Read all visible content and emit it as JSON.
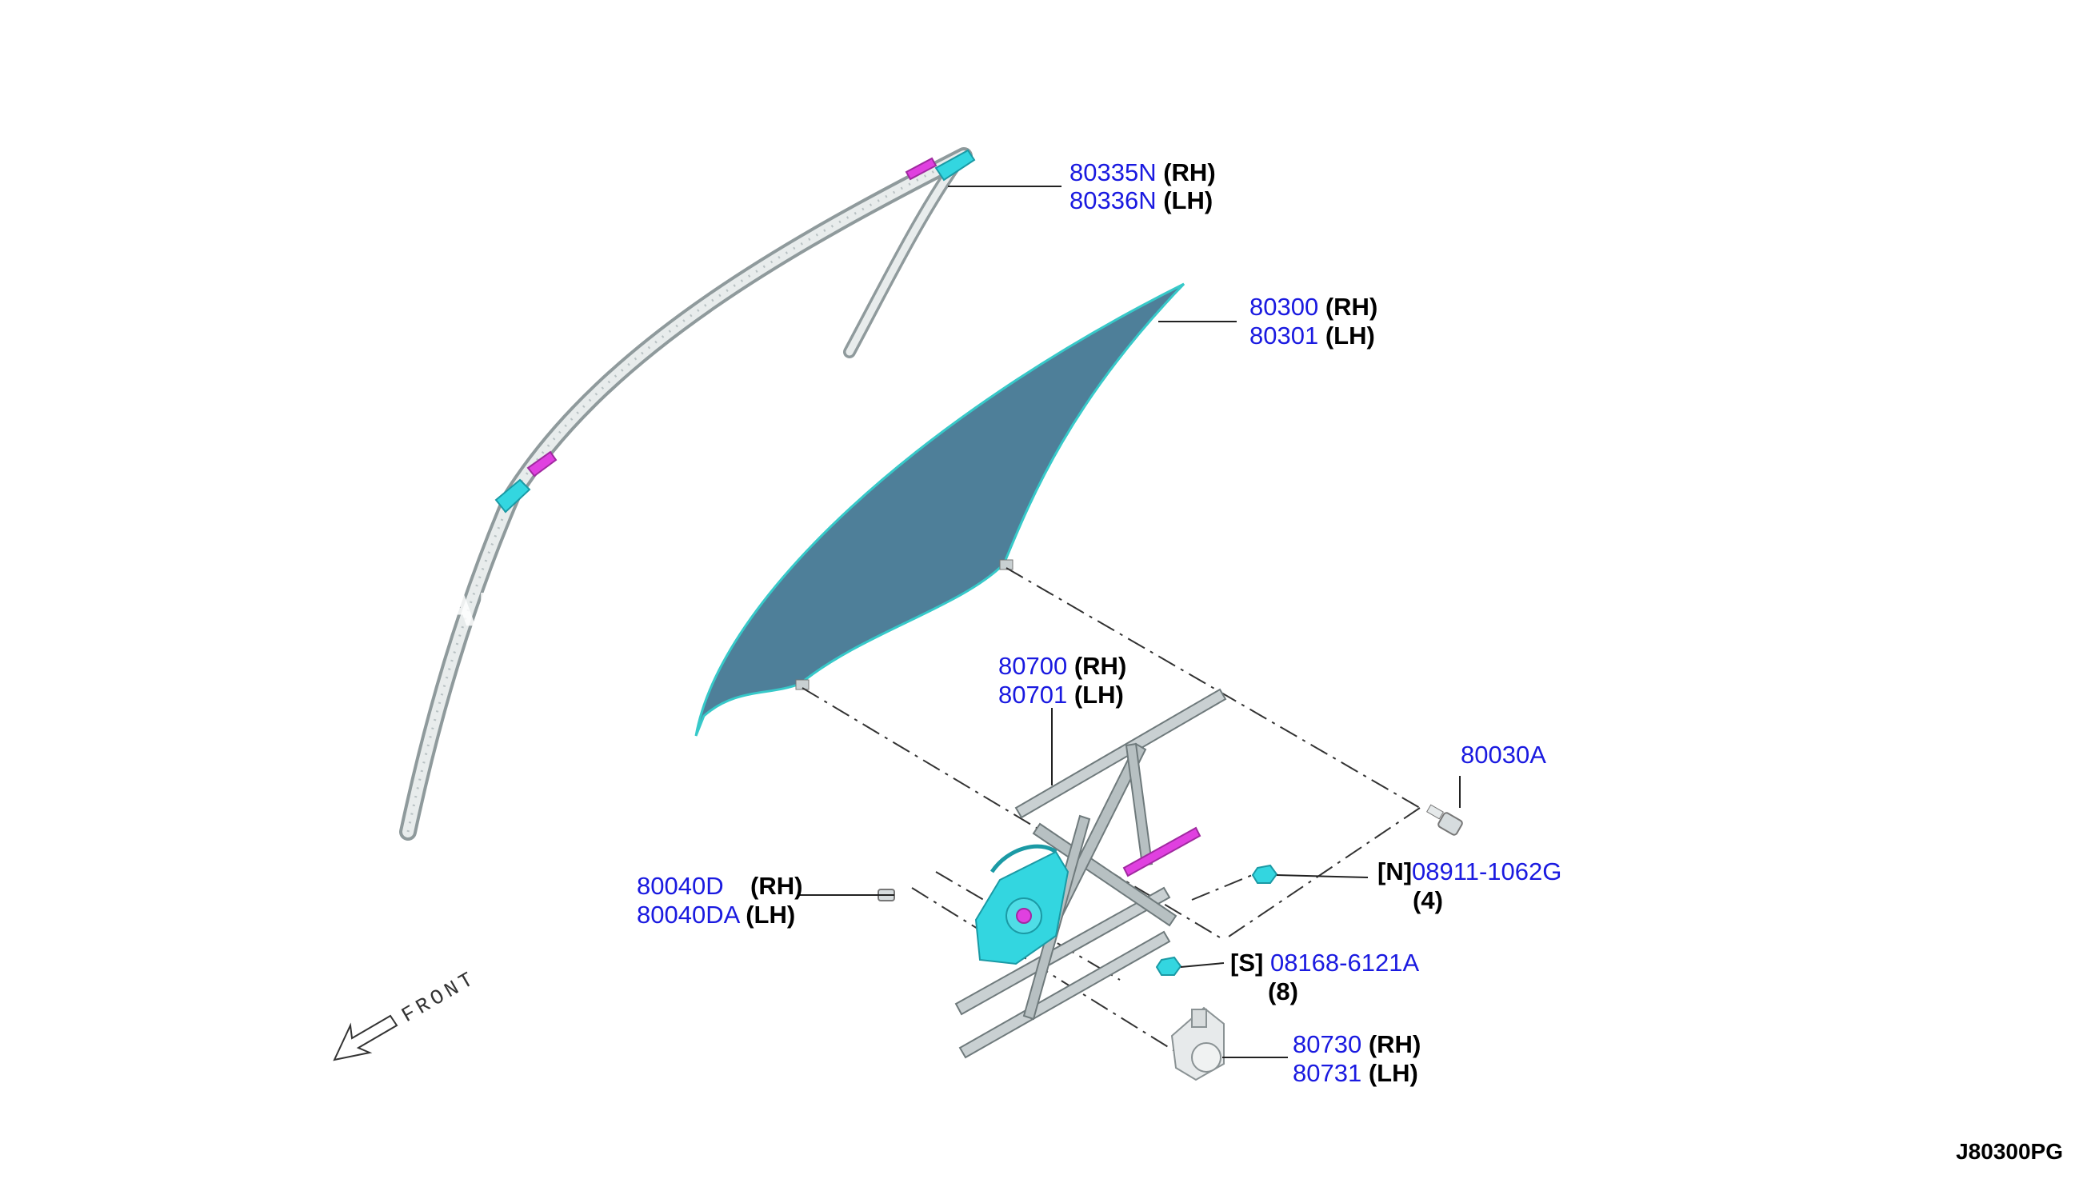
{
  "diagram_code": "J80300PG",
  "watermark": "Auto P",
  "front_label": "FRONT",
  "colors": {
    "part_number": "#1a1ae0",
    "glass": "#4e7f99",
    "glass_edge": "#37c9c9",
    "highlight_cyan": "#33d6e0",
    "highlight_magenta": "#e040e0",
    "frame": "#9aa3a6"
  },
  "callouts": {
    "sash": {
      "rh_part": "80335N",
      "rh_side": "(RH)",
      "lh_part": "80336N",
      "lh_side": "(LH)"
    },
    "glass": {
      "rh_part": "80300",
      "rh_side": "(RH)",
      "lh_part": "80301",
      "lh_side": "(LH)"
    },
    "regulator": {
      "rh_part": "80700",
      "rh_side": "(RH)",
      "lh_part": "80701",
      "lh_side": "(LH)"
    },
    "bolt": {
      "part": "80030A"
    },
    "nut": {
      "bracket": "[N]",
      "part": "08911-1062G",
      "qty": "(4)"
    },
    "grommet": {
      "rh_part": "80040D",
      "rh_side": "(RH)",
      "lh_part": "80040DA",
      "lh_side": "(LH)"
    },
    "screw": {
      "bracket": "[S]",
      "part": "08168-6121A",
      "qty": "(8)"
    },
    "motor": {
      "rh_part": "80730",
      "rh_side": "(RH)",
      "lh_part": "80731",
      "lh_side": "(LH)"
    }
  }
}
